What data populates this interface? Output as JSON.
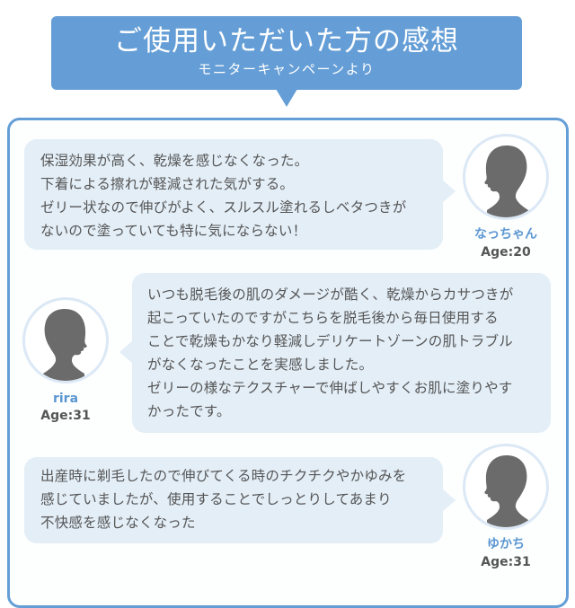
{
  "header": {
    "title": "ご使用いただいた方の感想",
    "subtitle": "モニターキャンペーンより"
  },
  "colors": {
    "accent": "#659ed6",
    "bubble_bg": "#e3eef7",
    "text": "#555555",
    "name": "#5b97d2",
    "avatar_ring": "#dbe8f5",
    "silhouette": "#6b6b6b"
  },
  "testimonials": [
    {
      "side": "right",
      "lines": [
        "保湿効果が高く、乾燥を感じなくなった。",
        "下着による擦れが軽減された気がする。",
        "ゼリー状なので伸びがよく、スルスル塗れるしベタつきが",
        "ないので塗っていても特に気にならない！"
      ],
      "name": "なっちゃん",
      "age": "Age:20",
      "avatar_icon": "woman-silhouette-icon"
    },
    {
      "side": "left",
      "lines": [
        "いつも脱毛後の肌のダメージが酷く、乾燥からカサつきが",
        "起こっていたのですがこちらを脱毛後から毎日使用する",
        "ことで乾燥もかなり軽減しデリケートゾーンの肌トラブル",
        "がなくなったことを実感しました。",
        "ゼリーの様なテクスチャーで伸ばしやすくお肌に塗りやす",
        "かったです。"
      ],
      "name": "rira",
      "age": "Age:31",
      "avatar_icon": "woman-silhouette-icon"
    },
    {
      "side": "right",
      "lines": [
        "出産時に剃毛したので伸びてくる時のチクチクやかゆみを",
        "感じていましたが、使用することでしっとりしてあまり",
        "不快感を感じなくなった"
      ],
      "name": "ゆかち",
      "age": "Age:31",
      "avatar_icon": "woman-silhouette-icon"
    }
  ]
}
